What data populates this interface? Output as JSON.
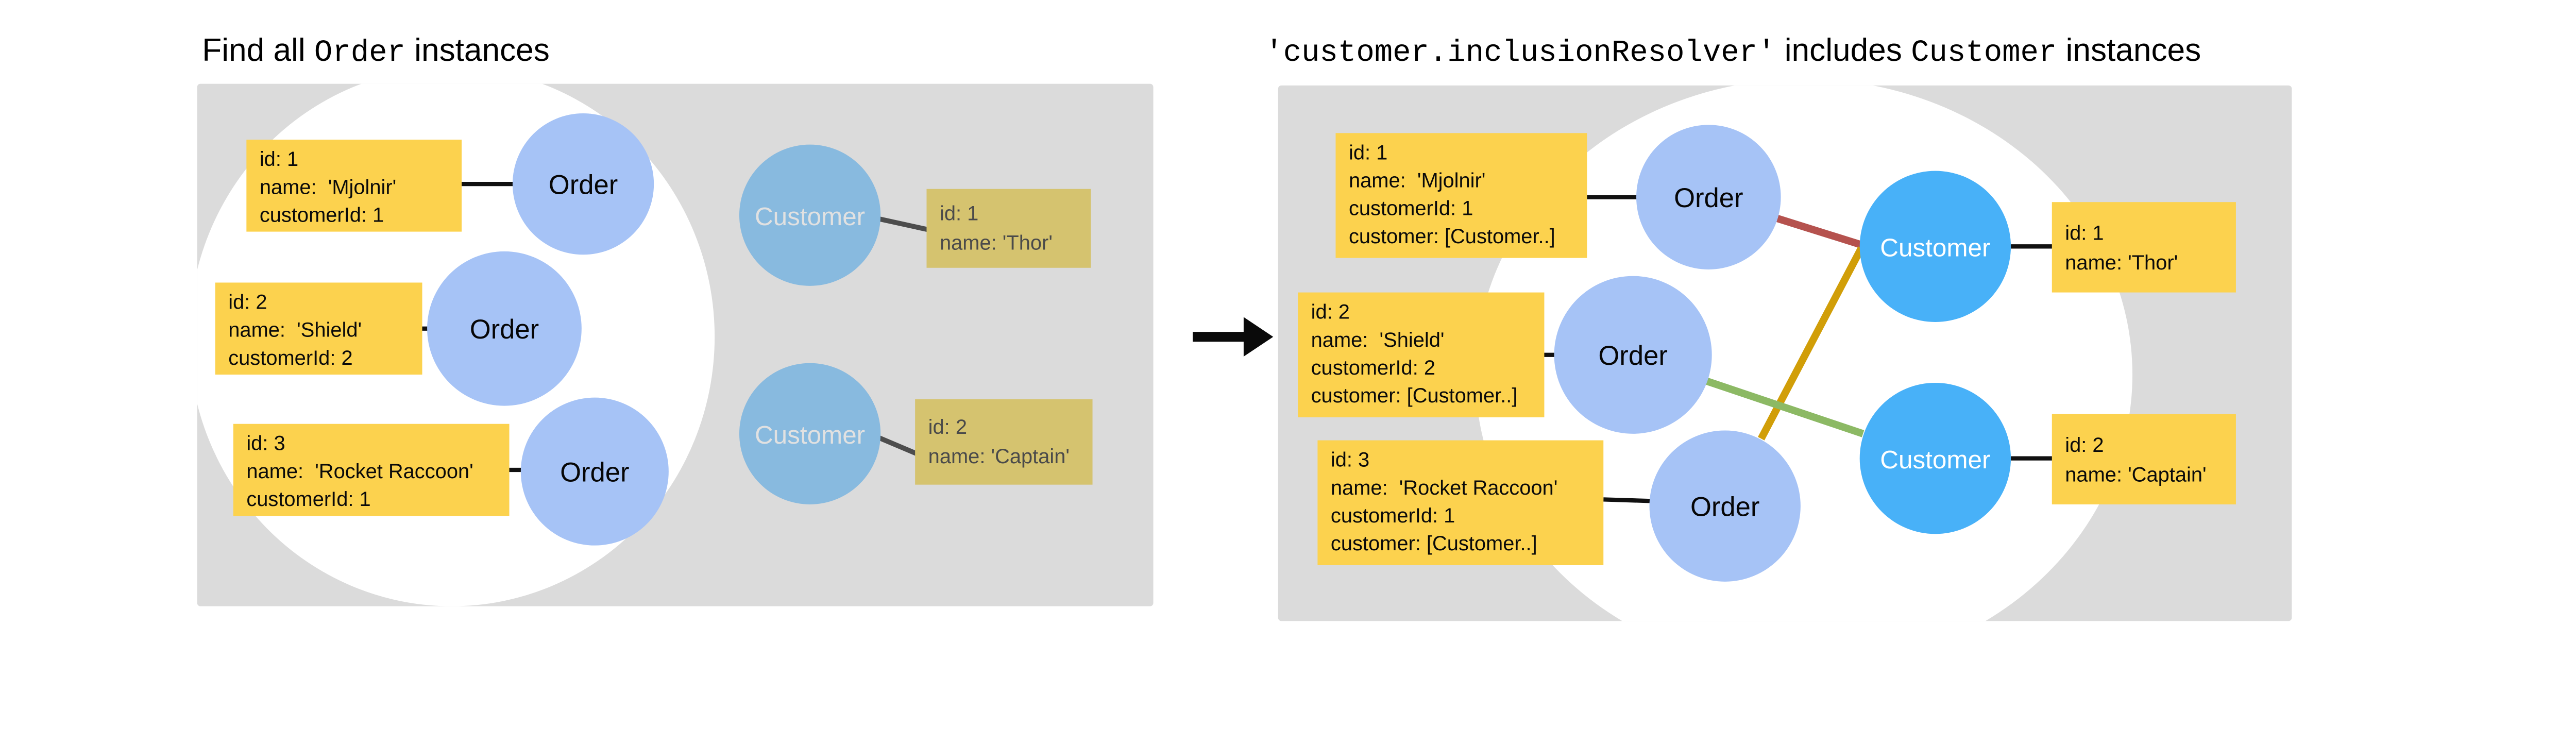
{
  "title_left": {
    "prefix": "Find all ",
    "code": "Order",
    "suffix": " instances"
  },
  "title_right": {
    "code1": "'customer.inclusionResolver'",
    "mid": " includes ",
    "code2": "Customer",
    "suffix": " instances"
  },
  "left": {
    "orders": [
      {
        "label": "Order",
        "box": [
          "id: 1",
          "name:  'Mjolnir'",
          "customerId: 1"
        ]
      },
      {
        "label": "Order",
        "box": [
          "id: 2",
          "name:  'Shield'",
          "customerId: 2"
        ]
      },
      {
        "label": "Order",
        "box": [
          "id: 3",
          "name:  'Rocket Raccoon'",
          "customerId: 1"
        ]
      }
    ],
    "customers": [
      {
        "label": "Customer",
        "box": [
          "id: 1",
          "name: 'Thor'"
        ]
      },
      {
        "label": "Customer",
        "box": [
          "id: 2",
          "name: 'Captain'"
        ]
      }
    ]
  },
  "right": {
    "orders": [
      {
        "label": "Order",
        "box": [
          "id: 1",
          "name:  'Mjolnir'",
          "customerId: 1",
          "customer: [Customer..]"
        ]
      },
      {
        "label": "Order",
        "box": [
          "id: 2",
          "name:  'Shield'",
          "customerId: 2",
          "customer: [Customer..]"
        ]
      },
      {
        "label": "Order",
        "box": [
          "id: 3",
          "name:  'Rocket Raccoon'",
          "customerId: 1",
          "customer: [Customer..]"
        ]
      }
    ],
    "customers": [
      {
        "label": "Customer",
        "box": [
          "id: 1",
          "name: 'Thor'"
        ]
      },
      {
        "label": "Customer",
        "box": [
          "id: 2",
          "name: 'Captain'"
        ]
      }
    ]
  },
  "colors": {
    "panel_gray": "#DBDBDB",
    "pool_white": "#FFFFFF",
    "order_blue": "#A6C3F6",
    "customer_muted_blue": "#88BADF",
    "customer_bright_blue": "#48B1F8",
    "label_yellow": "#FCD24E",
    "label_tan": "#D5C36F",
    "relation_red": "#B5524E",
    "relation_gold": "#D19E08",
    "relation_green": "#8CB964",
    "connector_black": "#111111",
    "connector_gray": "#4D4D4D"
  }
}
